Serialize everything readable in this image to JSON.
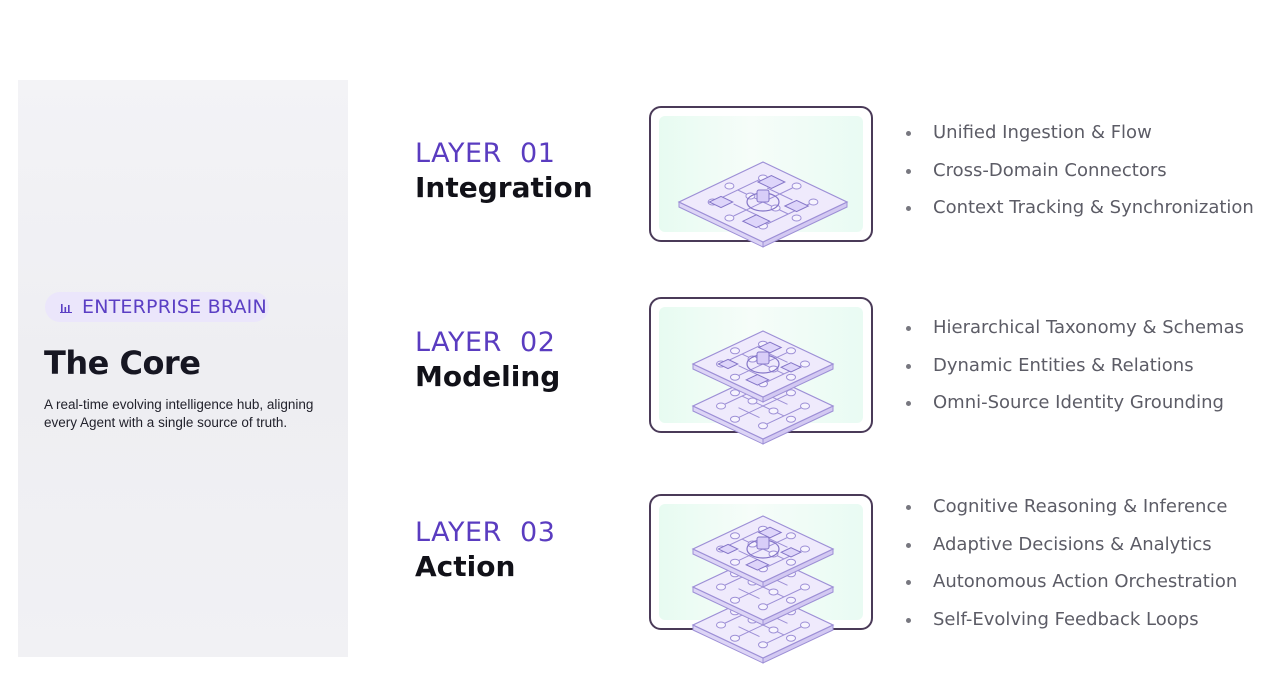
{
  "core": {
    "badge": "ENTERPRISE BRAIN",
    "title": "The Core",
    "description": "A real-time evolving intelligence hub, aligning every Agent with a single source of truth."
  },
  "layers": [
    {
      "number": "LAYER  01",
      "name": "Integration",
      "icon": "single-circuit-board-icon",
      "items": [
        "Unified Ingestion & Flow",
        "Cross-Domain Connectors",
        "Context Tracking & Synchronization"
      ]
    },
    {
      "number": "LAYER  02",
      "name": "Modeling",
      "icon": "two-stacked-circuit-boards-icon",
      "items": [
        "Hierarchical Taxonomy & Schemas",
        "Dynamic Entities & Relations",
        "Omni-Source Identity Grounding"
      ]
    },
    {
      "number": "LAYER  03",
      "name": "Action",
      "icon": "three-stacked-circuit-boards-icon",
      "items": [
        "Cognitive Reasoning & Inference",
        "Adaptive Decisions & Analytics",
        "Autonomous Action Orchestration",
        "Self-Evolving Feedback Loops"
      ]
    }
  ],
  "colors": {
    "accent": "#5a3cc0",
    "badge_bg": "#ebe6fb",
    "card_border": "#4a3a58",
    "card_fill": "#e7fbf1",
    "board_fill": "#efeafc",
    "board_stroke": "#9d8fd6"
  }
}
